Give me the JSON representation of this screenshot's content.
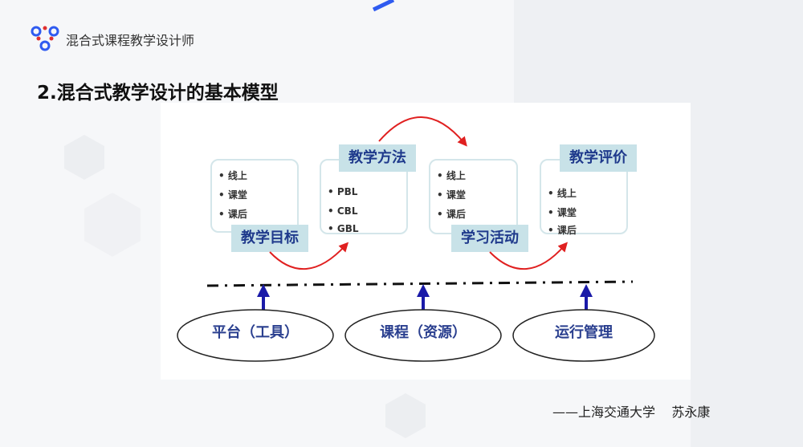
{
  "header": {
    "brand": "混合式课程教学设计师",
    "logo": "molecule-logo-icon"
  },
  "slide": {
    "title": "2.混合式教学设计的基本模型"
  },
  "diagram": {
    "stages": [
      {
        "label": "教学目标",
        "items": [
          "线上",
          "课堂",
          "课后"
        ]
      },
      {
        "label": "教学方法",
        "items": [
          "PBL",
          "CBL",
          "GBL"
        ]
      },
      {
        "label": "学习活动",
        "items": [
          "线上",
          "课堂",
          "课后"
        ]
      },
      {
        "label": "教学评价",
        "items": [
          "线上",
          "课堂",
          "课后"
        ]
      }
    ],
    "foundations": [
      "平台（工具）",
      "课程（资源）",
      "运行管理"
    ],
    "colors": {
      "arc": "#e02020",
      "arrow": "#1a1aa8",
      "label_bg": "#c8e2e8",
      "label_text": "#1f3a8c"
    }
  },
  "footer": {
    "credit": "——上海交通大学    苏永康"
  }
}
